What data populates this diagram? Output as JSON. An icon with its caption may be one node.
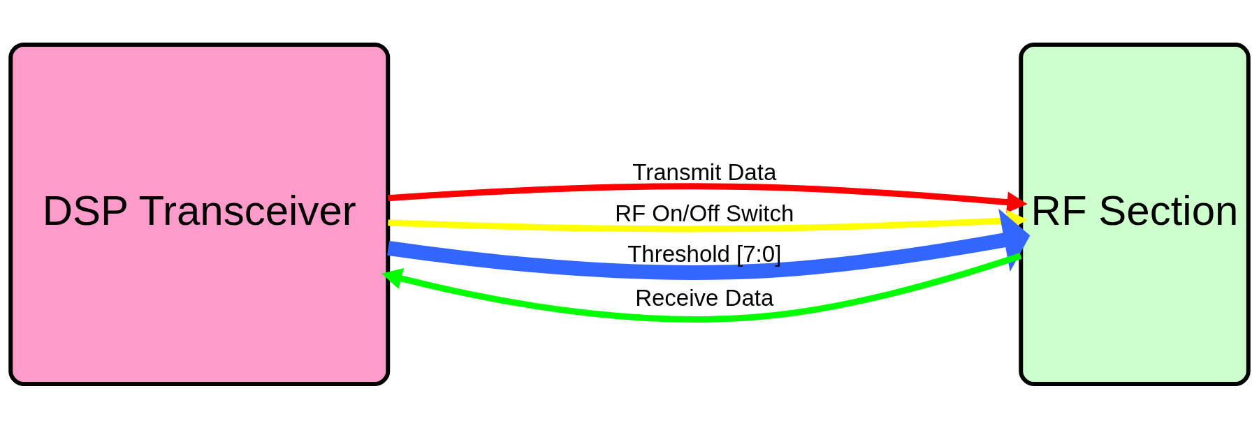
{
  "diagram": {
    "nodes": [
      {
        "text": [
          "DSP Transceiver"
        ]
      },
      {
        "text": [
          "RF Section"
        ]
      }
    ],
    "edges": [
      {
        "from": 0,
        "to": 1,
        "arrow": "to",
        "label": "Transmit Data",
        "color": "#ff0000"
      },
      {
        "from": 0,
        "to": 1,
        "arrow": "to",
        "label": "RF On/Off Switch",
        "color": "#ffff00"
      },
      {
        "from": 0,
        "to": 1,
        "arrow": "to",
        "label": "Threshold [7:0]",
        "color": "#3366ff",
        "style": "thick"
      },
      {
        "from": 1,
        "to": 0,
        "arrow": "to",
        "label": "Receive Data",
        "color": "#00ff00"
      }
    ]
  }
}
